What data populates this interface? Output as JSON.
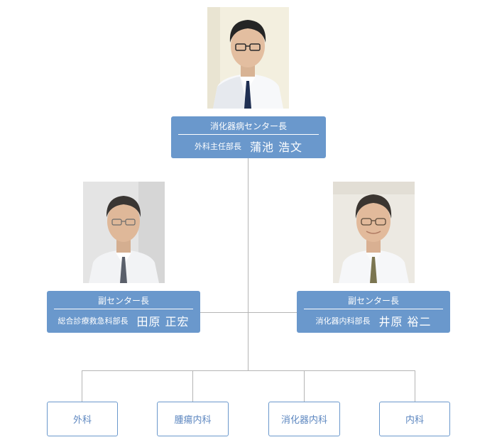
{
  "head": {
    "title": "消化器病センター長",
    "dept": "外科主任部長",
    "name": "蒲池 浩文"
  },
  "deputies": [
    {
      "title": "副センター長",
      "dept": "総合診療救急科部長",
      "name": "田原 正宏"
    },
    {
      "title": "副センター長",
      "dept": "消化器内科部長",
      "name": "井原 裕二"
    }
  ],
  "departments": [
    {
      "label": "外科"
    },
    {
      "label": "腫瘍内科"
    },
    {
      "label": "消化器内科"
    },
    {
      "label": "内科"
    }
  ],
  "colors": {
    "box_fill": "#6a98cc",
    "box_text": "#ffffff",
    "unit_text": "#5d87c0",
    "connector": "#b5b5b5"
  }
}
